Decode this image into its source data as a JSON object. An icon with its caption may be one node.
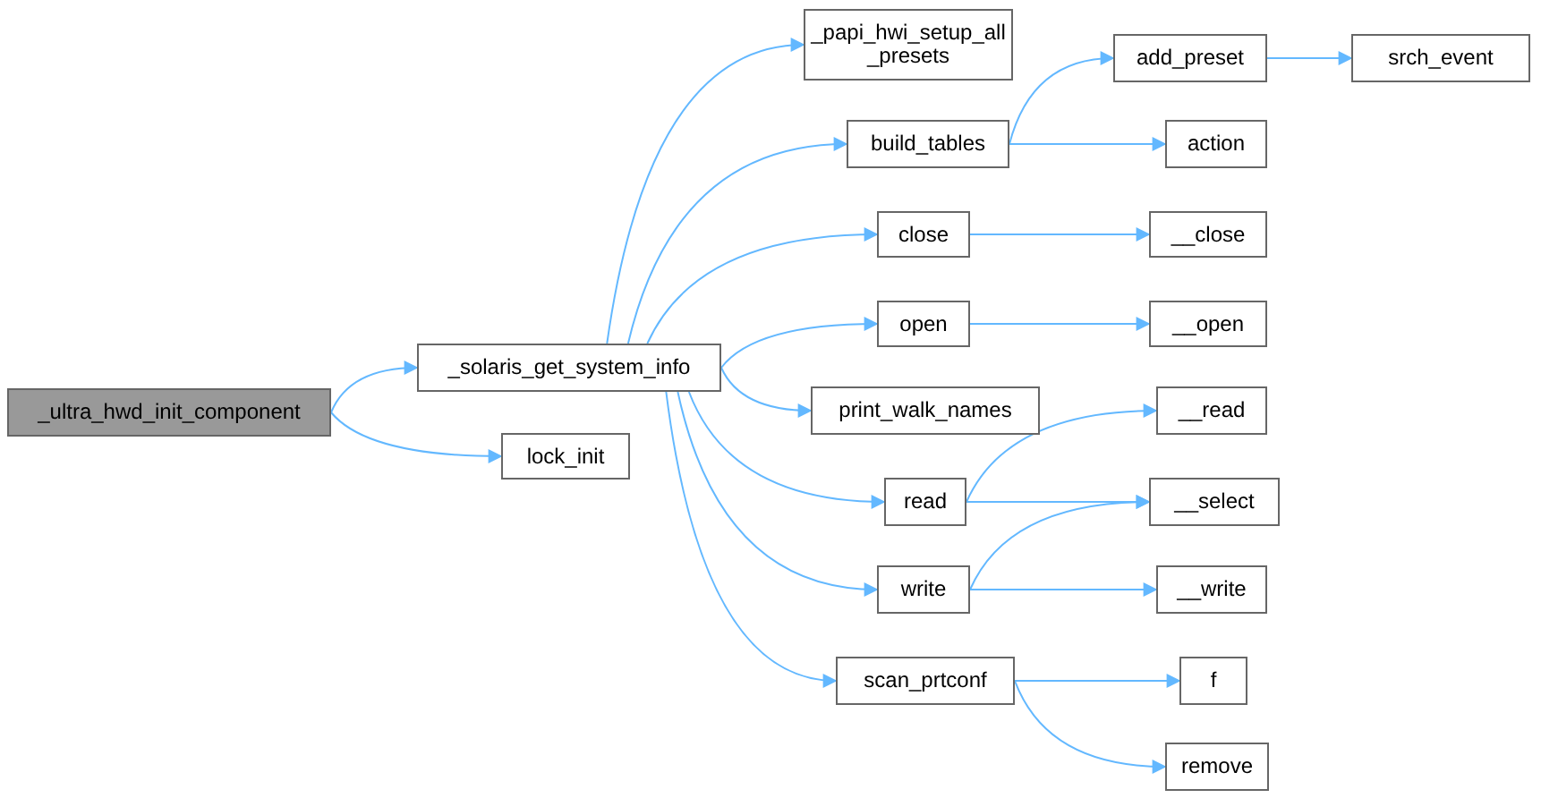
{
  "diagram": {
    "nodes": [
      {
        "text": [
          "_ultra_hwd_init_component"
        ]
      },
      {
        "text": [
          "_solaris_get_system_info"
        ]
      },
      {
        "text": [
          "lock_init"
        ]
      },
      {
        "text": [
          "_papi_hwi_setup_all _presets"
        ]
      },
      {
        "text": [
          "build_tables"
        ]
      },
      {
        "text": [
          "close"
        ]
      },
      {
        "text": [
          "open"
        ]
      },
      {
        "text": [
          "print_walk_names"
        ]
      },
      {
        "text": [
          "read"
        ]
      },
      {
        "text": [
          "write"
        ]
      },
      {
        "text": [
          "scan_prtconf"
        ]
      },
      {
        "text": [
          "add_preset"
        ]
      },
      {
        "text": [
          "srch_event"
        ]
      },
      {
        "text": [
          "action"
        ]
      },
      {
        "text": [
          "__close"
        ]
      },
      {
        "text": [
          "__open"
        ]
      },
      {
        "text": [
          "__read"
        ]
      },
      {
        "text": [
          "__select"
        ]
      },
      {
        "text": [
          "__write"
        ]
      },
      {
        "text": [
          "f"
        ]
      },
      {
        "text": [
          "remove"
        ]
      }
    ],
    "edges": [
      {
        "from": 0,
        "to": 1,
        "arrow": "to"
      },
      {
        "from": 0,
        "to": 2,
        "arrow": "to"
      },
      {
        "from": 1,
        "to": 3,
        "arrow": "to"
      },
      {
        "from": 1,
        "to": 4,
        "arrow": "to"
      },
      {
        "from": 1,
        "to": 5,
        "arrow": "to"
      },
      {
        "from": 1,
        "to": 6,
        "arrow": "to"
      },
      {
        "from": 1,
        "to": 7,
        "arrow": "to"
      },
      {
        "from": 1,
        "to": 8,
        "arrow": "to"
      },
      {
        "from": 1,
        "to": 9,
        "arrow": "to"
      },
      {
        "from": 1,
        "to": 10,
        "arrow": "to"
      },
      {
        "from": 4,
        "to": 11,
        "arrow": "to"
      },
      {
        "from": 4,
        "to": 13,
        "arrow": "to"
      },
      {
        "from": 11,
        "to": 12,
        "arrow": "to"
      },
      {
        "from": 5,
        "to": 14,
        "arrow": "to"
      },
      {
        "from": 6,
        "to": 15,
        "arrow": "to"
      },
      {
        "from": 8,
        "to": 16,
        "arrow": "to"
      },
      {
        "from": 8,
        "to": 17,
        "arrow": "to"
      },
      {
        "from": 9,
        "to": 17,
        "arrow": "to"
      },
      {
        "from": 9,
        "to": 18,
        "arrow": "to"
      },
      {
        "from": 10,
        "to": 19,
        "arrow": "to"
      },
      {
        "from": 10,
        "to": 20,
        "arrow": "to"
      }
    ]
  }
}
